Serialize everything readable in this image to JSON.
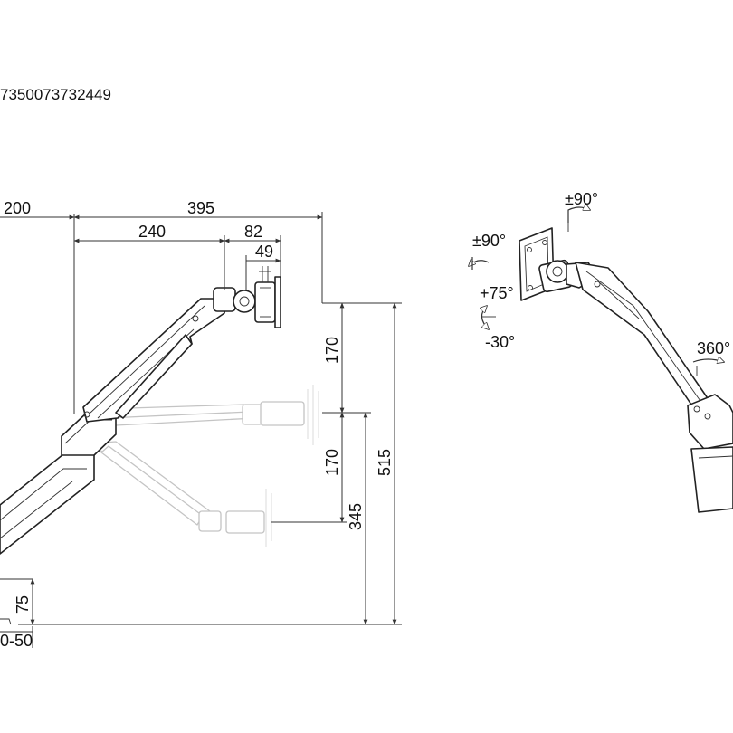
{
  "header": {
    "code": "7350073732449"
  },
  "side_view": {
    "dims": {
      "w200": "200",
      "w395": "395",
      "w240": "240",
      "w82": "82",
      "w49": "49",
      "h170_top": "170",
      "h170_mid": "170",
      "h345": "345",
      "h515": "515",
      "h75": "75",
      "clamp": "0-50"
    }
  },
  "perspective_view": {
    "rotations": {
      "tilt_top": "±90°",
      "swivel_left": "±90°",
      "tilt_up": "+75°",
      "tilt_down": "-30°",
      "base_rotate": "360°"
    }
  }
}
